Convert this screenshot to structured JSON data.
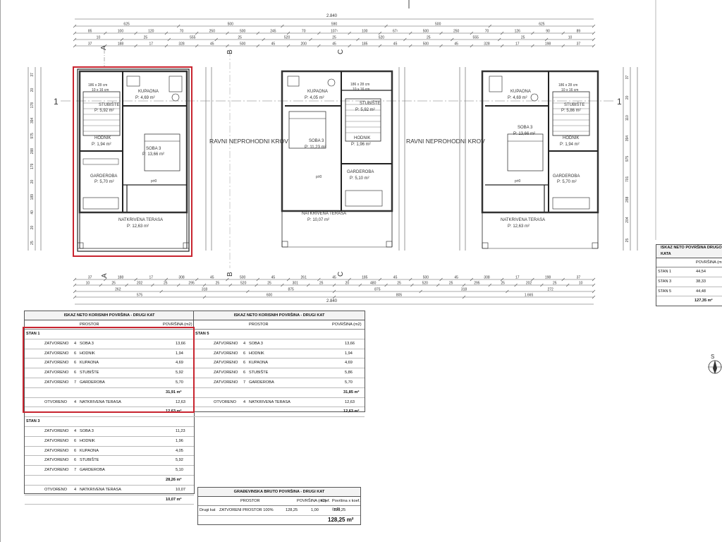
{
  "plan": {
    "overall_width": "2.840",
    "top_dims_row1": [
      "625",
      "500",
      "590",
      "500",
      "625"
    ],
    "top_dims_row2": [
      "85",
      "100",
      "120",
      "70",
      "250",
      "500",
      "245",
      "70",
      "107¹",
      "100",
      "67¹",
      "500",
      "250",
      "70",
      "126",
      "90",
      "89"
    ],
    "top_dims_row3": [
      "10",
      "25",
      "555",
      "25",
      "520",
      "25",
      "520",
      "25",
      "555",
      "25",
      "10"
    ],
    "top_dims_row4": [
      "37",
      "188",
      "17",
      "328",
      "45",
      "500",
      "45",
      "200",
      "45",
      "185",
      "45",
      "500",
      "45",
      "328",
      "17",
      "198",
      "37"
    ],
    "section_marks": {
      "a": "A",
      "b": "B",
      "c": "C",
      "one": "1"
    },
    "left_dims": [
      "37",
      "20",
      "178",
      "394",
      "975",
      "288",
      "179",
      "20",
      "189",
      "40",
      "20",
      "25"
    ],
    "right_dims": [
      "37",
      "20",
      "110",
      "394",
      "975",
      "701",
      "288",
      "204",
      "25"
    ],
    "roof_label": "RAVNI NEPROHODNI KROV",
    "slab_mark": "p±0",
    "stair_note": "186 x 28 cm",
    "stair_note2": "10 x 16 cm",
    "units": [
      {
        "rooms": [
          {
            "name": "KUPAONA",
            "area": "P: 4,69 m²"
          },
          {
            "name": "STUBIŠTE",
            "area": "P: 5,92 m²"
          },
          {
            "name": "HODNIK",
            "area": "P: 1,94 m²"
          },
          {
            "name": "SOBA 3",
            "area": "P: 13,66 m²"
          },
          {
            "name": "GARDEROBA",
            "area": "P: 5,70 m²"
          },
          {
            "name": "NATKRIVENA TERASA",
            "area": "P: 12,63 m²"
          }
        ]
      },
      {
        "rooms": [
          {
            "name": "KUPAONA",
            "area": "P: 4,05 m²"
          },
          {
            "name": "STUBIŠTE",
            "area": "P: 5,92 m²"
          },
          {
            "name": "SOBA 3",
            "area": "P: 11,23 m²"
          },
          {
            "name": "HODNIK",
            "area": "P: 1,96 m²"
          },
          {
            "name": "GARDEROBA",
            "area": "P: 5,10 m²"
          },
          {
            "name": "NATKRIVENA TERASA",
            "area": "P: 10,07 m²"
          }
        ]
      },
      {
        "rooms": [
          {
            "name": "KUPAONA",
            "area": "P: 4,69 m²"
          },
          {
            "name": "STUBIŠTE",
            "area": "P: 5,86 m²"
          },
          {
            "name": "SOBA 3",
            "area": "P: 13,66 m²"
          },
          {
            "name": "HODNIK",
            "area": "P: 1,94 m²"
          },
          {
            "name": "GARDEROBA",
            "area": "P: 5,70 m²"
          },
          {
            "name": "NATKRIVENA TERASA",
            "area": "P: 12,63 m²"
          }
        ]
      }
    ],
    "bottom_dims_row1": [
      "37",
      "188",
      "17",
      "308",
      "45",
      "500",
      "45",
      "261",
      "45",
      "185",
      "45",
      "500",
      "45",
      "308",
      "17",
      "198",
      "37"
    ],
    "bottom_dims_row2": [
      "10",
      "25",
      "202",
      "25",
      "295",
      "25",
      "520",
      "25",
      "301",
      "25",
      "20",
      "480",
      "25",
      "520",
      "25",
      "295",
      "25",
      "202",
      "25",
      "10"
    ],
    "bottom_dims_row3": [
      "262",
      "318",
      "875",
      "875",
      "318",
      "272"
    ],
    "bottom_dims_row4": [
      "575",
      "600",
      "805",
      "1.665"
    ],
    "bottom_overall": "2.840"
  },
  "table1": {
    "title": "ISKAZ NETO KORISNIH POVRŠINA - DRUGI KAT",
    "col_prostor": "PROSTOR",
    "col_povrsina": "POVRŠINA (m2)",
    "stan_a": {
      "label": "STAN 1",
      "rows": [
        {
          "type": "ZATVORENO",
          "n": "4",
          "name": "SOBA 3",
          "val": "13,66"
        },
        {
          "type": "ZATVORENO",
          "n": "6",
          "name": "HODNIK",
          "val": "1,94"
        },
        {
          "type": "ZATVORENO",
          "n": "6",
          "name": "KUPAONA",
          "val": "4,69"
        },
        {
          "type": "ZATVORENO",
          "n": "6",
          "name": "STUBIŠTE",
          "val": "5,92"
        },
        {
          "type": "ZATVORENO",
          "n": "7",
          "name": "GARDEROBA",
          "val": "5,70"
        }
      ],
      "subtotal": "31,91 m²",
      "open": {
        "type": "OTVORENO",
        "n": "4",
        "name": "NATKRIVENA TERASA",
        "val": "12,63"
      },
      "open_total": "12,63 m²"
    },
    "stan_b": {
      "label": "STAN 3",
      "rows": [
        {
          "type": "ZATVORENO",
          "n": "4",
          "name": "SOBA 3",
          "val": "11,23"
        },
        {
          "type": "ZATVORENO",
          "n": "6",
          "name": "HODNIK",
          "val": "1,96"
        },
        {
          "type": "ZATVORENO",
          "n": "6",
          "name": "KUPAONA",
          "val": "4,05"
        },
        {
          "type": "ZATVORENO",
          "n": "6",
          "name": "STUBIŠTE",
          "val": "5,92"
        },
        {
          "type": "ZATVORENO",
          "n": "7",
          "name": "GARDEROBA",
          "val": "5,10"
        }
      ],
      "subtotal": "28,26 m²",
      "open": {
        "type": "OTVORENO",
        "n": "4",
        "name": "NATKRIVENA TERASA",
        "val": "10,07"
      },
      "open_total": "10,07 m²"
    }
  },
  "table2": {
    "title": "ISKAZ NETO KORISNIH POVRŠINA - DRUGI KAT",
    "col_prostor": "PROSTOR",
    "col_povrsina": "POVRŠINA (m2)",
    "stan": {
      "label": "STAN 5",
      "rows": [
        {
          "type": "ZATVORENO",
          "n": "4",
          "name": "SOBA 3",
          "val": "13,66"
        },
        {
          "type": "ZATVORENO",
          "n": "6",
          "name": "HODNIK",
          "val": "1,94"
        },
        {
          "type": "ZATVORENO",
          "n": "6",
          "name": "KUPAONA",
          "val": "4,69"
        },
        {
          "type": "ZATVORENO",
          "n": "6",
          "name": "STUBIŠTE",
          "val": "5,86"
        },
        {
          "type": "ZATVORENO",
          "n": "7",
          "name": "GARDEROBA",
          "val": "5,70"
        }
      ],
      "subtotal": "31,85 m²",
      "open": {
        "type": "OTVORENO",
        "n": "4",
        "name": "NATKRIVENA TERASA",
        "val": "12,63"
      },
      "open_total": "12,63 m²"
    }
  },
  "table3": {
    "title": "GRAĐEVINSKA BRUTO POVRŠINA - DRUGI KAT",
    "cols": [
      "PROSTOR",
      "POVRŠINA (m2)",
      "Koef.",
      "Površina x koef. (m2)"
    ],
    "row": {
      "floor": "Drugi kat",
      "name": "ZATVORENI PROSTOR 100%",
      "area": "128,25",
      "koef": "1,00",
      "result": "128,25"
    },
    "total": "128,25 m²"
  },
  "table4": {
    "title": "ISKAZ NETO POVRŠINA DRUGOG KATA",
    "col": "POVRŠINA (m",
    "rows": [
      {
        "name": "STAN 1",
        "val": "44,54"
      },
      {
        "name": "STAN 3",
        "val": "38,33"
      },
      {
        "name": "STAN 5",
        "val": "44,48"
      }
    ],
    "total": "127,35 m²"
  },
  "north": {
    "label": "S"
  },
  "colors": {
    "highlight": "#c8242f",
    "line": "#333333",
    "dim": "#555555"
  }
}
